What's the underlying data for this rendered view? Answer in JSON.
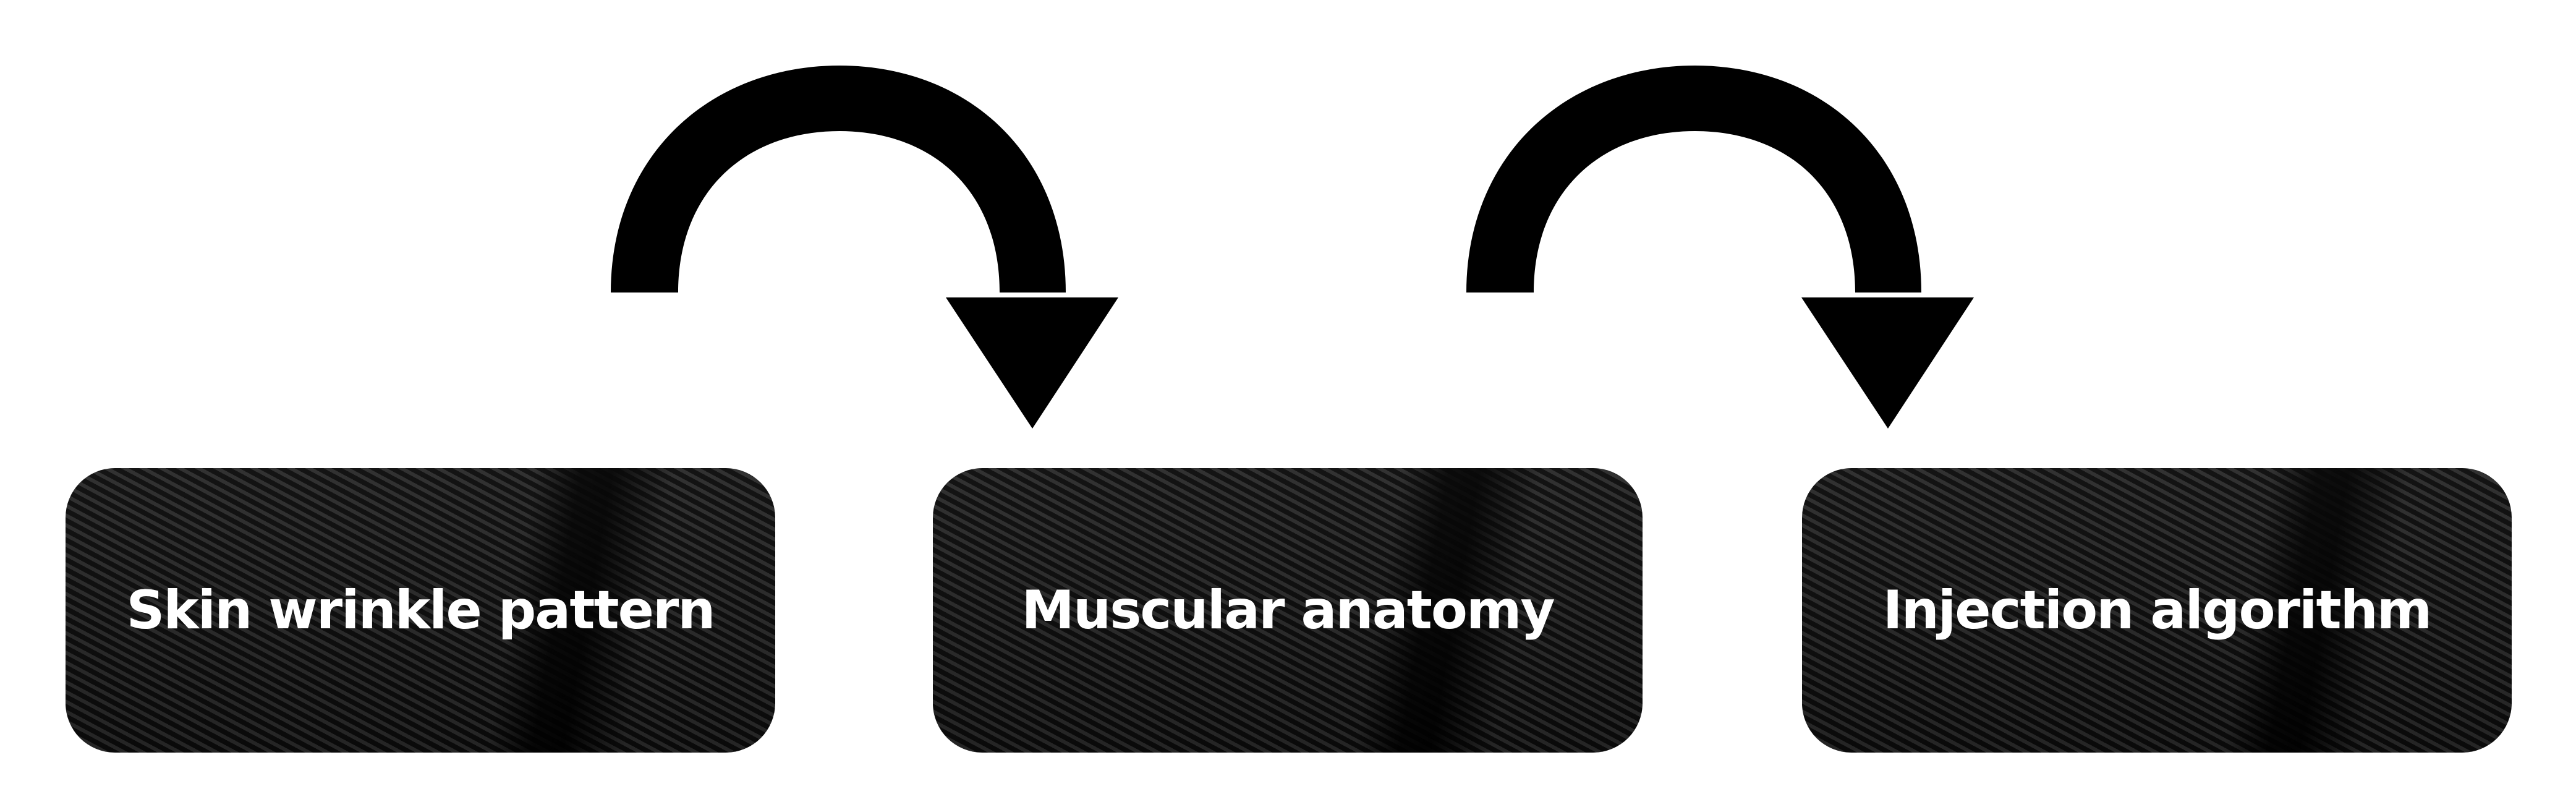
{
  "steps": [
    {
      "label": "Skin wrinkle pattern"
    },
    {
      "label": "Muscular anatomy"
    },
    {
      "label": "Injection algorithm"
    }
  ],
  "colors": {
    "box": "#1c1c1c",
    "arrow": "#000000",
    "text": "#ffffff"
  },
  "icons": [
    "curved-arrow-icon",
    "curved-arrow-icon"
  ]
}
